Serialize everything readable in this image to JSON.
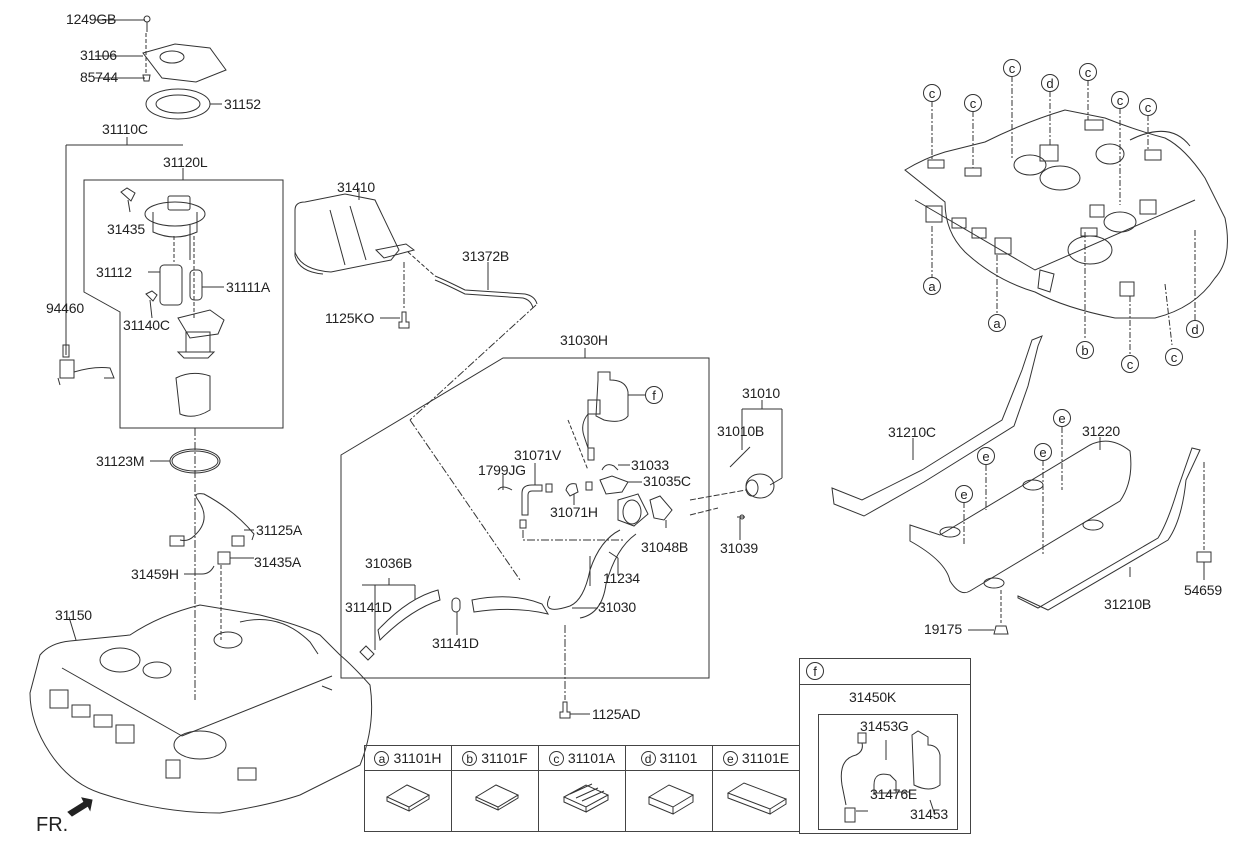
{
  "diagram": {
    "title": "Fuel Tank Assembly - Exploded Parts View",
    "front_indicator": "FR.",
    "part_labels": {
      "p1249GB": "1249GB",
      "p31106": "31106",
      "p85744": "85744",
      "p31152": "31152",
      "p31110C": "31110C",
      "p31120L": "31120L",
      "p31435": "31435",
      "p31112": "31112",
      "p31111A": "31111A",
      "p94460": "94460",
      "p31140C": "31140C",
      "p31123M": "31123M",
      "p31125A": "31125A",
      "p31459H": "31459H",
      "p31435A": "31435A",
      "p31150": "31150",
      "p31410": "31410",
      "p31372B": "31372B",
      "p1125KO": "1125KO",
      "p31030H": "31030H",
      "p31071V": "31071V",
      "p1799JG": "1799JG",
      "p31033": "31033",
      "p31035C": "31035C",
      "p31071H": "31071H",
      "p31048B": "31048B",
      "p11234": "11234",
      "p31036B": "31036B",
      "p31141D_a": "31141D",
      "p31141D_b": "31141D",
      "p31030": "31030",
      "p1125AD": "1125AD",
      "p31010": "31010",
      "p31010B": "31010B",
      "p31039": "31039",
      "p31210C": "31210C",
      "p31220": "31220",
      "p31210B": "31210B",
      "p54659": "54659",
      "p19175": "19175"
    },
    "callouts": {
      "f_main": "f",
      "tank_top": [
        "c",
        "c",
        "c",
        "d",
        "c",
        "c",
        "c"
      ],
      "tank_bottom": [
        "a",
        "a",
        "b",
        "c",
        "c",
        "d"
      ],
      "shield": [
        "e",
        "e",
        "e",
        "e"
      ]
    }
  },
  "legend_table": {
    "columns": [
      {
        "key": "a",
        "part": "31101H",
        "shape": "flat-pad"
      },
      {
        "key": "b",
        "part": "31101F",
        "shape": "flat-pad"
      },
      {
        "key": "c",
        "part": "31101A",
        "shape": "ribbed-pad"
      },
      {
        "key": "d",
        "part": "31101",
        "shape": "thick-pad"
      },
      {
        "key": "e",
        "part": "31101E",
        "shape": "long-pad"
      }
    ]
  },
  "detail_f": {
    "key": "f",
    "assembly": "31450K",
    "parts": {
      "valve": "31453G",
      "harness": "31476E",
      "canister": "31453"
    }
  }
}
